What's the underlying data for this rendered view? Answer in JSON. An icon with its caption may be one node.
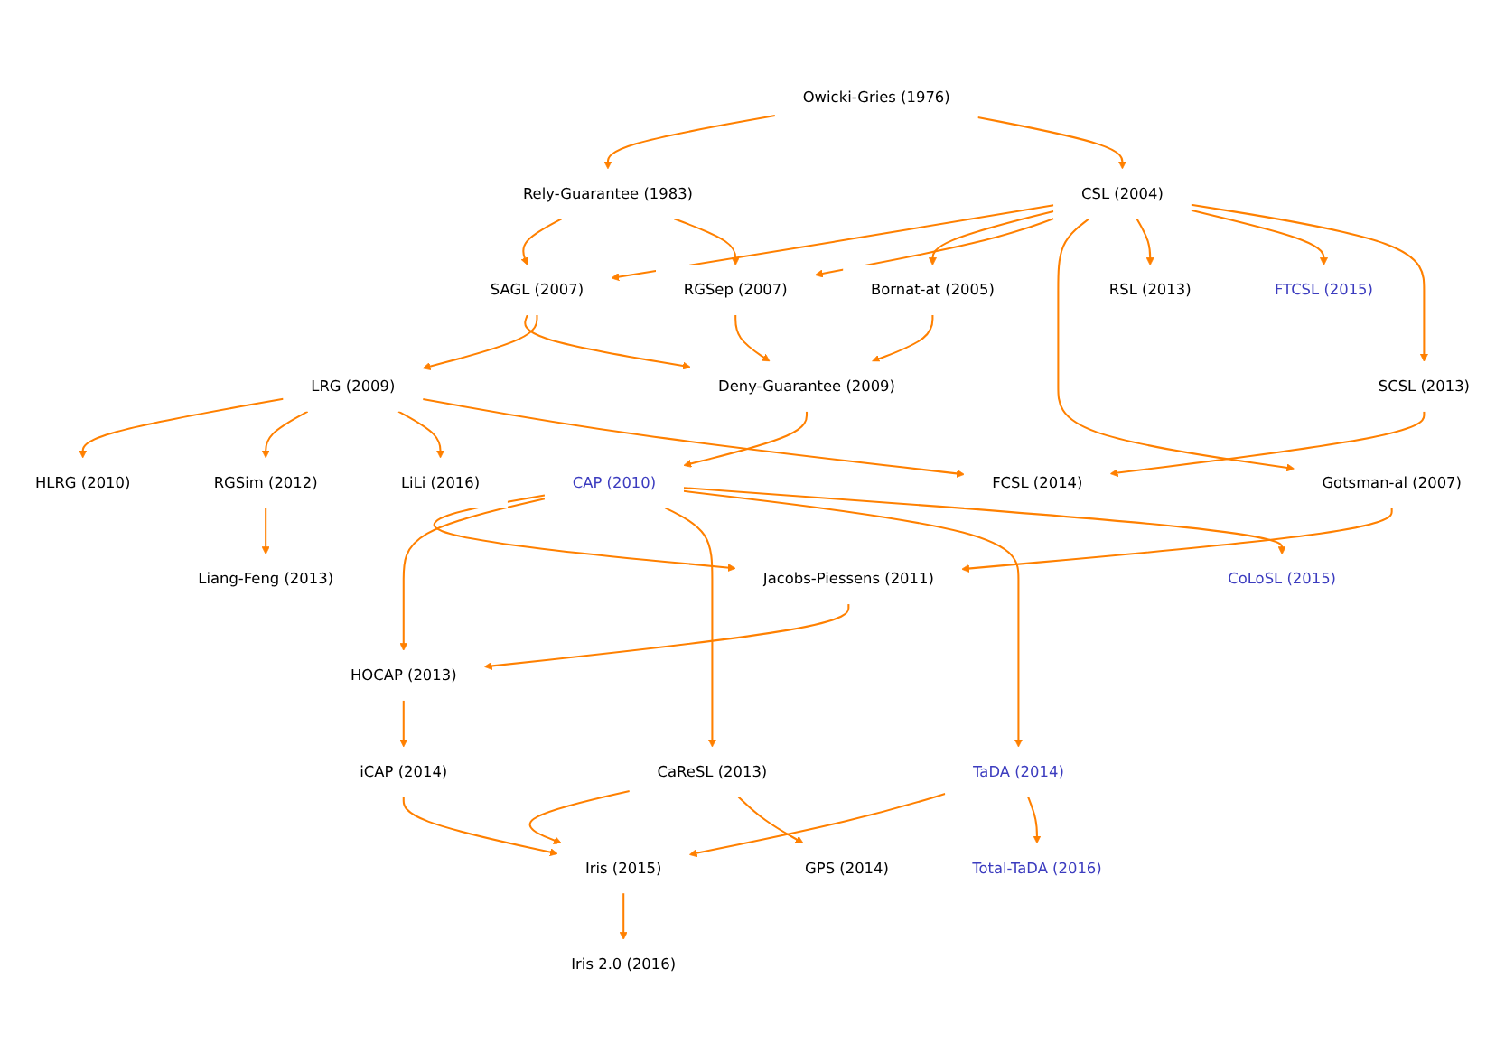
{
  "diagram": {
    "nodes": [
      {
        "text": [
          "Owicki-Gries (1976)"
        ]
      },
      {
        "text": [
          "Rely-Guarantee (1983)"
        ]
      },
      {
        "text": [
          "CSL (2004)"
        ]
      },
      {
        "text": [
          "SAGL (2007)"
        ]
      },
      {
        "text": [
          "Bornat-at (2005)"
        ]
      },
      {
        "text": [
          "RGSep (2007)"
        ]
      },
      {
        "text": [
          "Gotsman-al (2007)"
        ]
      },
      {
        "text": [
          "Deny-Guarantee (2009)"
        ]
      },
      {
        "text": [
          "LRG (2009)"
        ]
      },
      {
        "text": [
          "RSL (2013)"
        ]
      },
      {
        "text": [
          "CAP (2010)"
        ]
      },
      {
        "text": [
          "Jacobs-Piessens (2011)"
        ]
      },
      {
        "text": [
          "HLRG (2010)"
        ]
      },
      {
        "text": [
          "HOCAP (2013)"
        ]
      },
      {
        "text": [
          "SCSL (2013)"
        ]
      },
      {
        "text": [
          "RGSim (2012)"
        ]
      },
      {
        "text": [
          "iCAP (2014)"
        ]
      },
      {
        "text": [
          "TaDA (2014)"
        ]
      },
      {
        "text": [
          "Liang-Feng (2013)"
        ]
      },
      {
        "text": [
          "FTCSL (2015)"
        ]
      },
      {
        "text": [
          "CaReSL (2013)"
        ]
      },
      {
        "text": [
          "Iris (2015)"
        ]
      },
      {
        "text": [
          "GPS (2014)"
        ]
      },
      {
        "text": [
          "FCSL (2014)"
        ]
      },
      {
        "text": [
          "LiLi (2016)"
        ]
      },
      {
        "text": [
          "Iris 2.0 (2016)"
        ]
      },
      {
        "text": [
          "CoLoSL (2015)"
        ]
      },
      {
        "text": [
          "Total-TaDA (2016)"
        ]
      }
    ],
    "edges": [
      {
        "from": 0,
        "to": 1,
        "arrow": "to"
      },
      {
        "from": 0,
        "to": 2,
        "arrow": "to"
      },
      {
        "from": 1,
        "to": 3,
        "arrow": "to"
      },
      {
        "from": 1,
        "to": 5,
        "arrow": "to"
      },
      {
        "from": 2,
        "to": 3,
        "arrow": "to"
      },
      {
        "from": 2,
        "to": 4,
        "arrow": "to"
      },
      {
        "from": 2,
        "to": 5,
        "arrow": "to"
      },
      {
        "from": 2,
        "to": 6,
        "arrow": "to"
      },
      {
        "from": 2,
        "to": 9,
        "arrow": "to"
      },
      {
        "from": 2,
        "to": 19,
        "arrow": "to"
      },
      {
        "from": 2,
        "to": 14,
        "arrow": "to"
      },
      {
        "from": 3,
        "to": 7,
        "arrow": "to"
      },
      {
        "from": 3,
        "to": 8,
        "arrow": "to"
      },
      {
        "from": 4,
        "to": 7,
        "arrow": "to"
      },
      {
        "from": 5,
        "to": 7,
        "arrow": "to"
      },
      {
        "from": 6,
        "to": 11,
        "arrow": "to"
      },
      {
        "from": 7,
        "to": 10,
        "arrow": "to"
      },
      {
        "from": 8,
        "to": 12,
        "arrow": "to"
      },
      {
        "from": 8,
        "to": 15,
        "arrow": "to"
      },
      {
        "from": 8,
        "to": 24,
        "arrow": "to"
      },
      {
        "from": 8,
        "to": 23,
        "arrow": "to"
      },
      {
        "from": 10,
        "to": 11,
        "arrow": "to"
      },
      {
        "from": 11,
        "to": 13,
        "arrow": "to"
      },
      {
        "from": 10,
        "to": 13,
        "arrow": "to"
      },
      {
        "from": 10,
        "to": 20,
        "arrow": "to"
      },
      {
        "from": 10,
        "to": 17,
        "arrow": "to"
      },
      {
        "from": 10,
        "to": 26,
        "arrow": "to"
      },
      {
        "from": 14,
        "to": 23,
        "arrow": "to"
      },
      {
        "from": 15,
        "to": 18,
        "arrow": "to"
      },
      {
        "from": 13,
        "to": 16,
        "arrow": "to"
      },
      {
        "from": 16,
        "to": 21,
        "arrow": "to"
      },
      {
        "from": 17,
        "to": 21,
        "arrow": "to"
      },
      {
        "from": 17,
        "to": 27,
        "arrow": "to"
      },
      {
        "from": 20,
        "to": 21,
        "arrow": "to"
      },
      {
        "from": 20,
        "to": 22,
        "arrow": "to"
      },
      {
        "from": 21,
        "to": 25,
        "arrow": "to"
      }
    ]
  }
}
